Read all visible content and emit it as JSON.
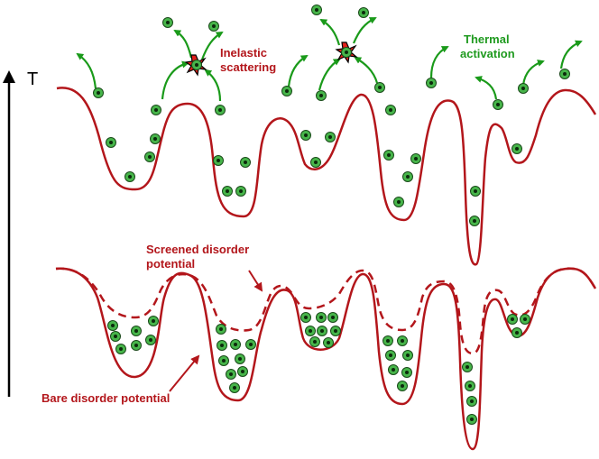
{
  "axis": {
    "label": "T"
  },
  "labels": {
    "inelastic": [
      "Inelastic",
      "scattering"
    ],
    "thermal": [
      "Thermal",
      "activation"
    ],
    "screened": [
      "Screened disorder",
      "potential"
    ],
    "bare": "Bare disorder potential"
  },
  "colors": {
    "potential": "#b3161b",
    "annotation_red": "#b3161b",
    "annotation_green": "#1f9a1f",
    "electron_fill": "#47b54a",
    "electron_core": "#0c2a0c",
    "arrow_green": "#1a9a1a",
    "burst": "#e3201b"
  },
  "icons": {
    "electron": "electron-icon",
    "collision": "collision-burst-icon",
    "arrow": "thermal-arrow-icon"
  }
}
